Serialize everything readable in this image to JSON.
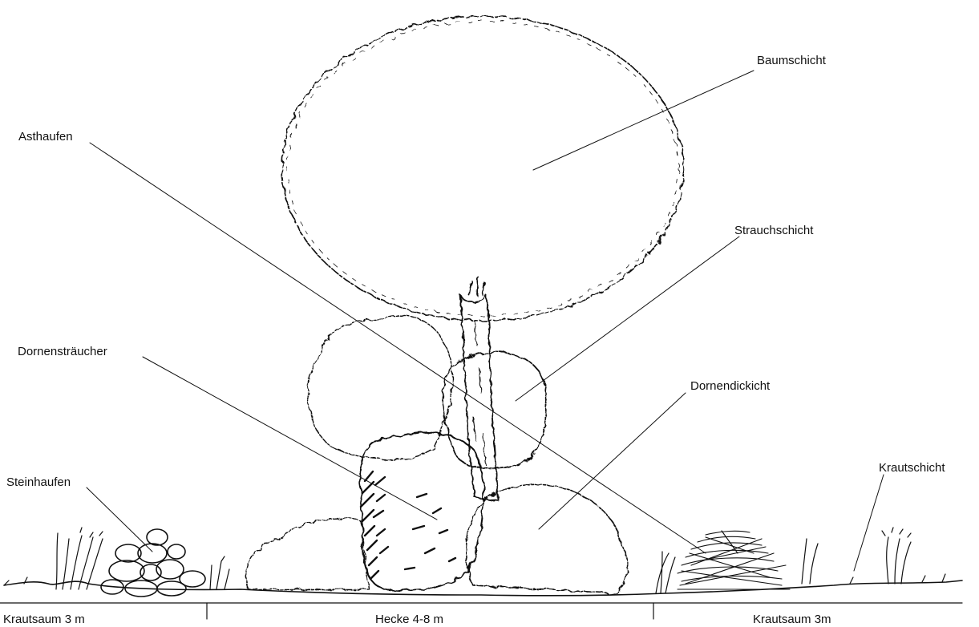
{
  "labels": {
    "baumschicht": "Baumschicht",
    "asthaufen": "Asthaufen",
    "strauchschicht": "Strauchschicht",
    "dornenstraeucher": "Dornensträucher",
    "dornendickicht": "Dornendickicht",
    "steinhaufen": "Steinhaufen",
    "krautschicht": "Krautschicht"
  },
  "zones": {
    "left": "Krautsaum 3 m",
    "middle": "Hecke 4-8 m",
    "right": "Krautsaum 3m"
  },
  "colors": {
    "ink": "#111111",
    "paper": "#ffffff"
  }
}
